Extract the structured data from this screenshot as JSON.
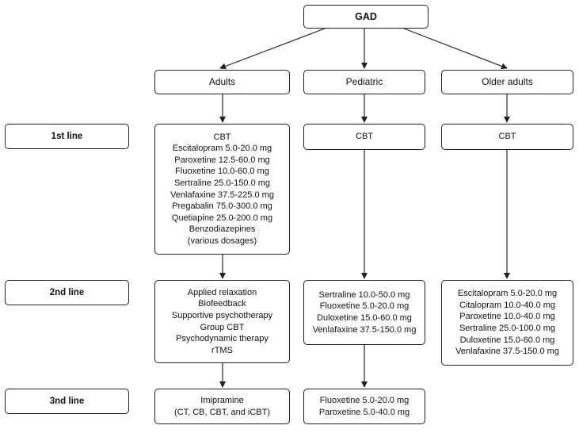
{
  "root": "GAD",
  "groups": {
    "adults": "Adults",
    "pediatric": "Pediatric",
    "older": "Older adults"
  },
  "line_labels": {
    "first": "1st line",
    "second": "2nd line",
    "third": "3nd line"
  },
  "adults": {
    "first": [
      "CBT",
      "Escitalopram 5.0-20.0 mg",
      "Paroxetine 12.5-60.0 mg",
      "Fluoxetine 10.0-60.0 mg",
      "Sertraline 25.0-150.0 mg",
      "Venlafaxine 37.5-225.0 mg",
      "Pregabalin 75.0-300.0 mg",
      "Quetiapine 25.0-200.0 mg",
      "Benzodiazepines",
      "(various dosages)"
    ],
    "second": [
      "Applied relaxation",
      "Biofeedback",
      "Supportive psychotherapy",
      "Group CBT",
      "Psychodynamic therapy",
      "rTMS"
    ],
    "third": [
      "Imipramine",
      "(CT, CB, CBT, and iCBT)"
    ]
  },
  "pediatric": {
    "first": [
      "CBT"
    ],
    "second": [
      "Sertraline 10.0-50.0 mg",
      "Fluoxetine 5.0-20.0 mg",
      "Duloxetine 15.0-60.0 mg",
      "Venlafaxine 37.5-150.0 mg"
    ],
    "third": [
      "Fluoxetine 5.0-20.0 mg",
      "Paroxetine 5.0-40.0 mg"
    ]
  },
  "older": {
    "first": [
      "CBT"
    ],
    "second": [
      "Escitalopram 5.0-20.0 mg",
      "Citalopram 10.0-40.0 mg",
      "Paroxetine 10.0-40.0 mg",
      "Sertraline 25.0-100.0 mg",
      "Duloxetine 15.0-60.0 mg",
      "Venlafaxine 37.5-150.0 mg"
    ]
  }
}
